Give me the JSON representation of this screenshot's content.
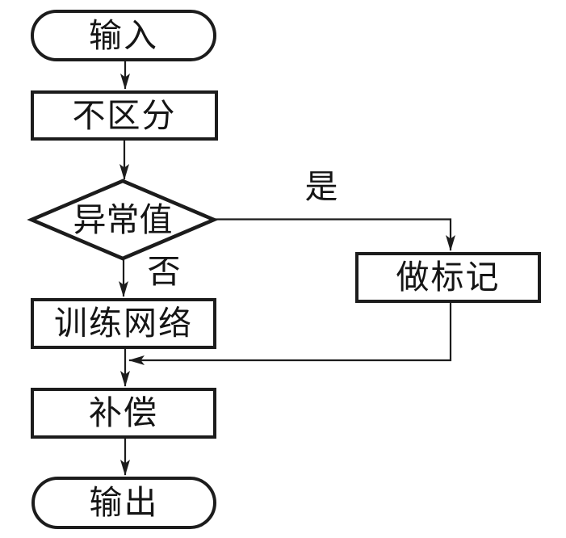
{
  "diagram": {
    "type": "flowchart",
    "background": "#ffffff",
    "stroke_color": "#1c1c1c",
    "text_color": "#151515",
    "nodes": {
      "input": {
        "label": "输入",
        "shape": "terminator"
      },
      "no_distinction": {
        "label": "不区分",
        "shape": "process"
      },
      "outlier": {
        "label": "异常值",
        "shape": "decision"
      },
      "mark": {
        "label": "做标记",
        "shape": "process"
      },
      "train_network": {
        "label": "训练网络",
        "shape": "process"
      },
      "compensate": {
        "label": "补偿",
        "shape": "process"
      },
      "output": {
        "label": "输出",
        "shape": "terminator"
      }
    },
    "edge_labels": {
      "yes": "是",
      "no": "否"
    },
    "edges": [
      "input -> no_distinction",
      "no_distinction -> outlier",
      "outlier -(是)-> mark",
      "outlier -(否)-> train_network",
      "mark -> (joins line between train_network and compensate)",
      "train_network -> compensate",
      "compensate -> output"
    ]
  }
}
